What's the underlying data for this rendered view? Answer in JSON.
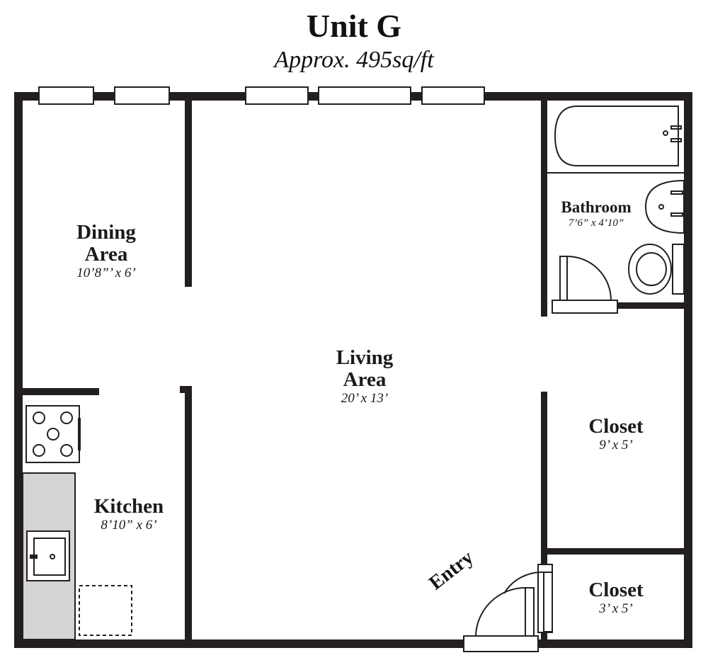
{
  "header": {
    "title": "Unit G",
    "subtitle": "Approx. 495sq/ft"
  },
  "rooms": {
    "dining": {
      "name_line1": "Dining",
      "name_line2": "Area",
      "dims": "10’8”’ x 6’"
    },
    "living": {
      "name_line1": "Living",
      "name_line2": "Area",
      "dims": "20’ x 13’"
    },
    "bathroom": {
      "name": "Bathroom",
      "dims": "7’6” x 4’10”"
    },
    "kitchen": {
      "name": "Kitchen",
      "dims": "8’10” x 6’"
    },
    "closet_large": {
      "name": "Closet",
      "dims": "9’ x 5’"
    },
    "closet_small": {
      "name": "Closet",
      "dims": "3’ x 5’"
    }
  },
  "entry": {
    "label": "Entry"
  },
  "colors": {
    "wall": "#231f20",
    "counter": "#d4d4d4",
    "background": "#ffffff"
  }
}
